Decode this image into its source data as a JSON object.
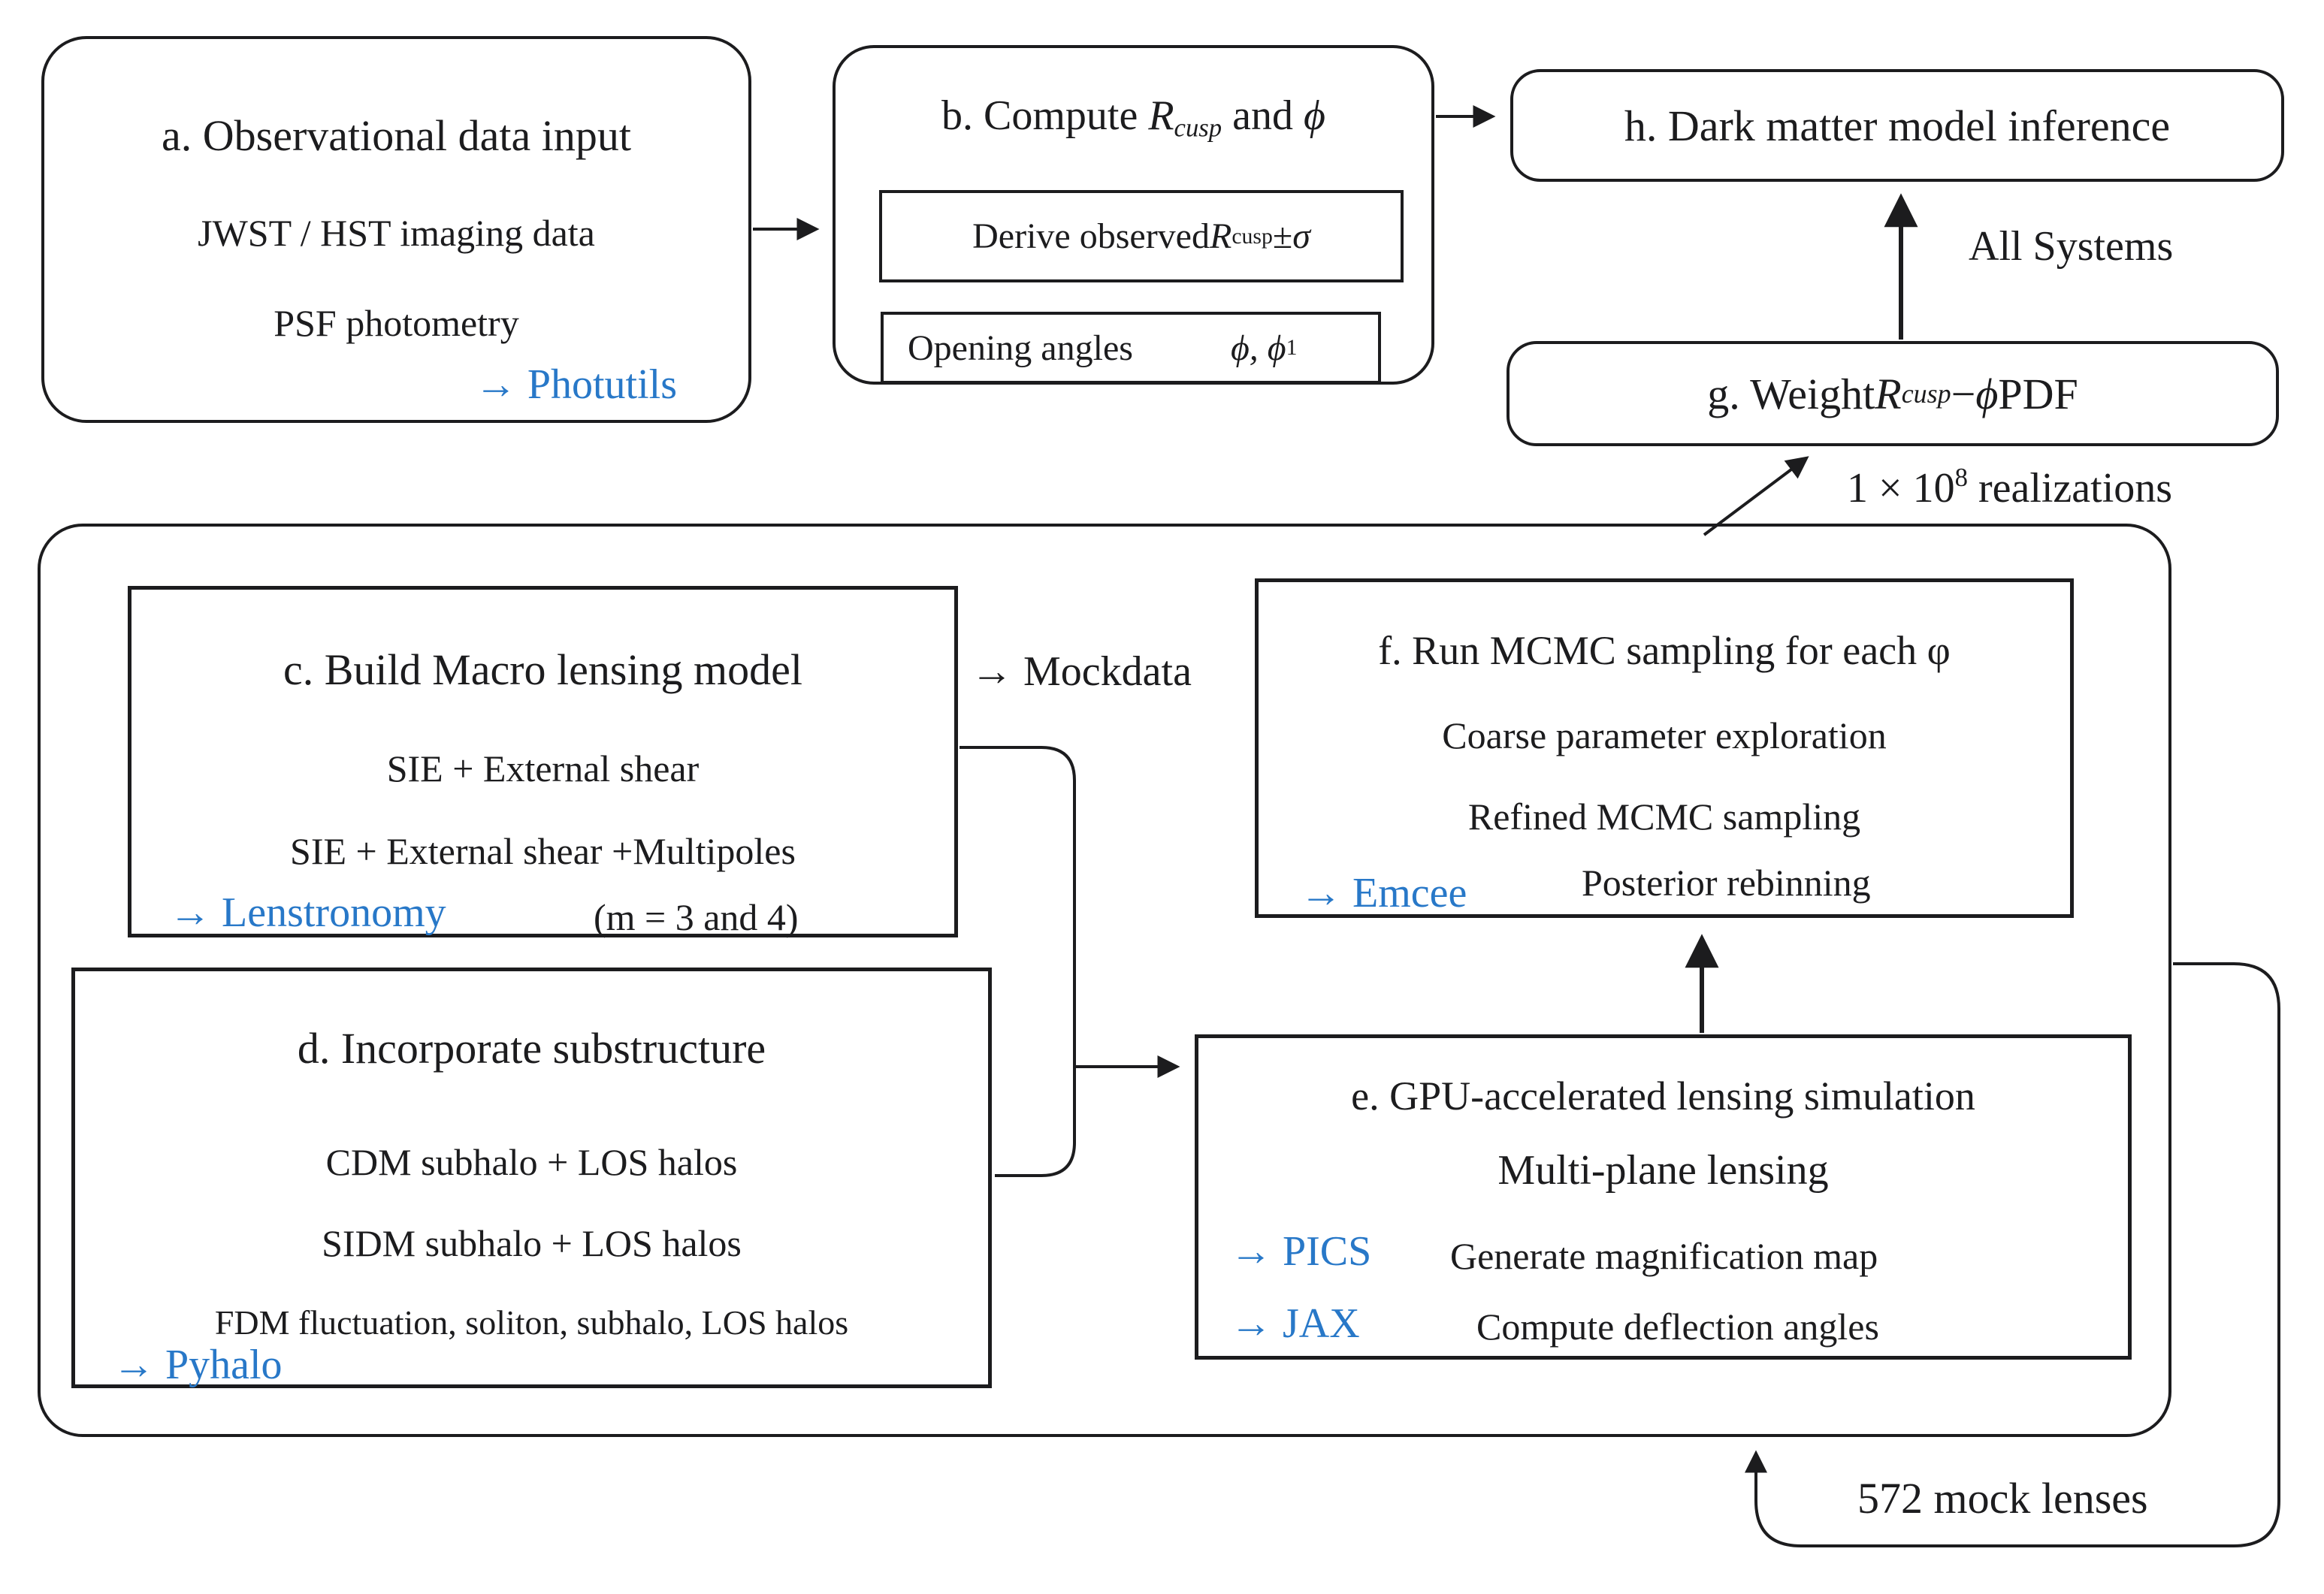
{
  "palette": {
    "ink": "#1c1c1e",
    "accent_blue": "#2878c8",
    "background": "#ffffff"
  },
  "box_a": {
    "title": "a. Observational data input",
    "line1": "JWST / HST imaging data",
    "line2": "PSF photometry",
    "tool": "→ Photutils"
  },
  "box_b": {
    "title_prefix": "b. Compute ",
    "title_var": "R",
    "title_var_sub": "cusp",
    "title_mid": "  and  ",
    "title_phi": "ϕ",
    "derive_prefix": "Derive observed  ",
    "derive_var": "R",
    "derive_var_sub": "cusp",
    "derive_pm": " ± ",
    "derive_sigma": "σ",
    "angles_label": "Opening angles",
    "angles_phi": "ϕ, ϕ",
    "angles_phi_sub": "1"
  },
  "box_h": {
    "title": "h. Dark matter model inference"
  },
  "box_g": {
    "title_prefix": "g. Weight ",
    "var": "R",
    "var_sub": "cusp",
    "minus": " − ",
    "phi": "ϕ",
    "suffix": "  PDF"
  },
  "box_c": {
    "title": "c. Build Macro lensing model",
    "line1": "SIE + External shear",
    "line2": "SIE + External shear +Multipoles",
    "tool": "→ Lenstronomy",
    "note": "(m = 3 and 4)"
  },
  "box_d": {
    "title": "d. Incorporate substructure",
    "line1": "CDM subhalo + LOS halos",
    "line2": "SIDM subhalo + LOS halos",
    "line3": "FDM fluctuation, soliton, subhalo, LOS halos",
    "tool": "→ Pyhalo"
  },
  "box_f": {
    "title": "f. Run MCMC sampling for each φ",
    "line1": "Coarse parameter exploration",
    "line2": "Refined MCMC sampling",
    "line3": "Posterior rebinning",
    "tool": "→ Emcee"
  },
  "box_e": {
    "title": "e. GPU-accelerated lensing simulation",
    "line1": "Multi-plane lensing",
    "tool1": "→ PICS",
    "line2": "Generate magnification map",
    "tool2": "→ JAX",
    "line3": "Compute deflection angles"
  },
  "labels": {
    "mockdata": "→ Mockdata",
    "all_systems": "All Systems",
    "realizations_base": "1 × 10",
    "realizations_exp": "8",
    "realizations_rest": " realizations",
    "mock_lenses": "572 mock lenses"
  }
}
